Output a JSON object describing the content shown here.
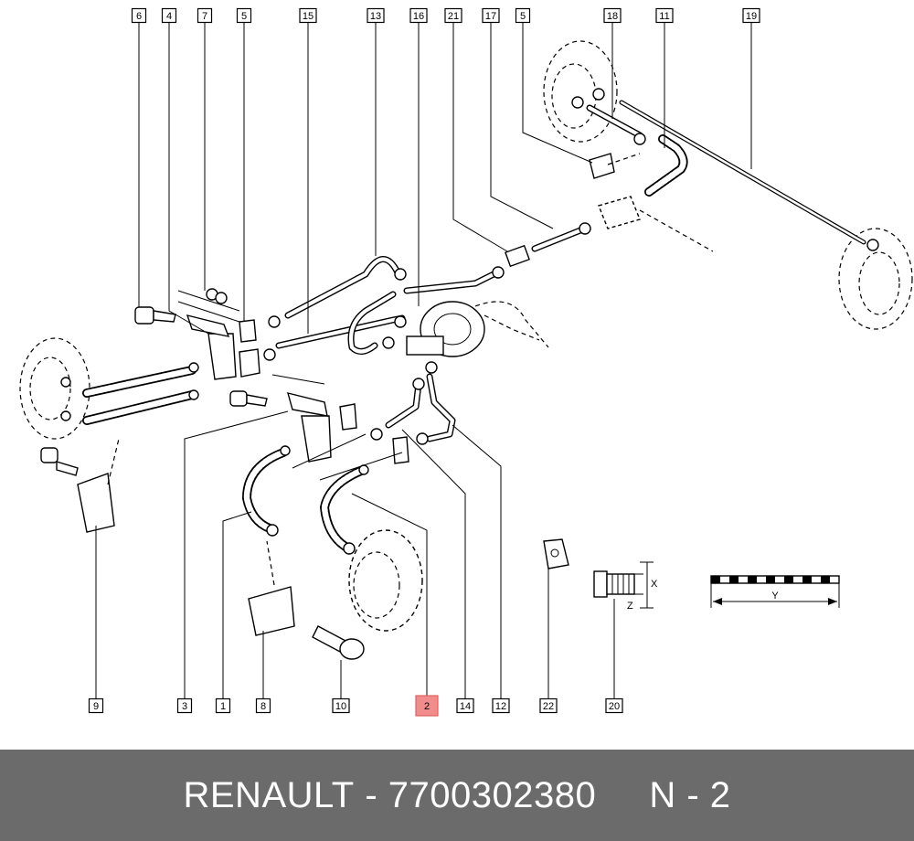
{
  "callouts": [
    {
      "id": "6",
      "highlighted": false
    },
    {
      "id": "4",
      "highlighted": false
    },
    {
      "id": "7",
      "highlighted": false
    },
    {
      "id": "5",
      "highlighted": false
    },
    {
      "id": "15",
      "highlighted": false
    },
    {
      "id": "13",
      "highlighted": false
    },
    {
      "id": "16",
      "highlighted": false
    },
    {
      "id": "21",
      "highlighted": false
    },
    {
      "id": "17",
      "highlighted": false
    },
    {
      "id": "5",
      "highlighted": false
    },
    {
      "id": "18",
      "highlighted": false
    },
    {
      "id": "11",
      "highlighted": false
    },
    {
      "id": "19",
      "highlighted": false
    },
    {
      "id": "9",
      "highlighted": false
    },
    {
      "id": "3",
      "highlighted": false
    },
    {
      "id": "1",
      "highlighted": false
    },
    {
      "id": "8",
      "highlighted": false
    },
    {
      "id": "10",
      "highlighted": false
    },
    {
      "id": "2",
      "highlighted": true
    },
    {
      "id": "14",
      "highlighted": false
    },
    {
      "id": "12",
      "highlighted": false
    },
    {
      "id": "22",
      "highlighted": false
    },
    {
      "id": "20",
      "highlighted": false
    }
  ],
  "dimensions": {
    "x": "X",
    "z": "Z",
    "y": "Y"
  },
  "colors": {
    "highlight": "#f08c8c",
    "footer_bg": "#6b6b6b",
    "footer_text": "#ffffff"
  },
  "footer": {
    "brand": "RENAULT",
    "separator": " - ",
    "part_number": "7700302380",
    "position_text": "N - 2"
  }
}
